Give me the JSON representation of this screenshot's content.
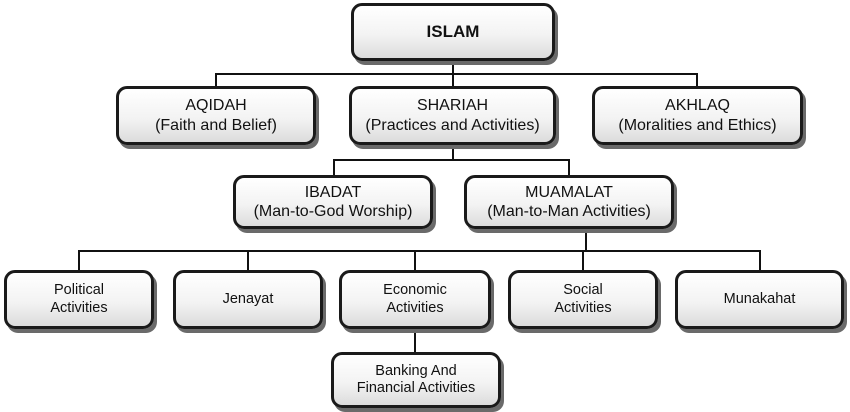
{
  "diagram": {
    "root": {
      "label": "ISLAM"
    },
    "pillars": [
      {
        "title": "AQIDAH",
        "subtitle": "(Faith and Belief)"
      },
      {
        "title": "SHARIAH",
        "subtitle": "(Practices and Activities)"
      },
      {
        "title": "AKHLAQ",
        "subtitle": "(Moralities and Ethics)"
      }
    ],
    "shariah_branches": [
      {
        "title": "IBADAT",
        "subtitle": "(Man-to-God Worship)"
      },
      {
        "title": "MUAMALAT",
        "subtitle": "(Man-to-Man Activities)"
      }
    ],
    "muamalat_branches": [
      {
        "line1": "Political",
        "line2": "Activities"
      },
      {
        "line1": "Jenayat",
        "line2": ""
      },
      {
        "line1": "Economic",
        "line2": "Activities"
      },
      {
        "line1": "Social",
        "line2": "Activities"
      },
      {
        "line1": "Munakahat",
        "line2": ""
      }
    ],
    "economic_branch": {
      "line1": "Banking And",
      "line2": "Financial Activities"
    }
  }
}
